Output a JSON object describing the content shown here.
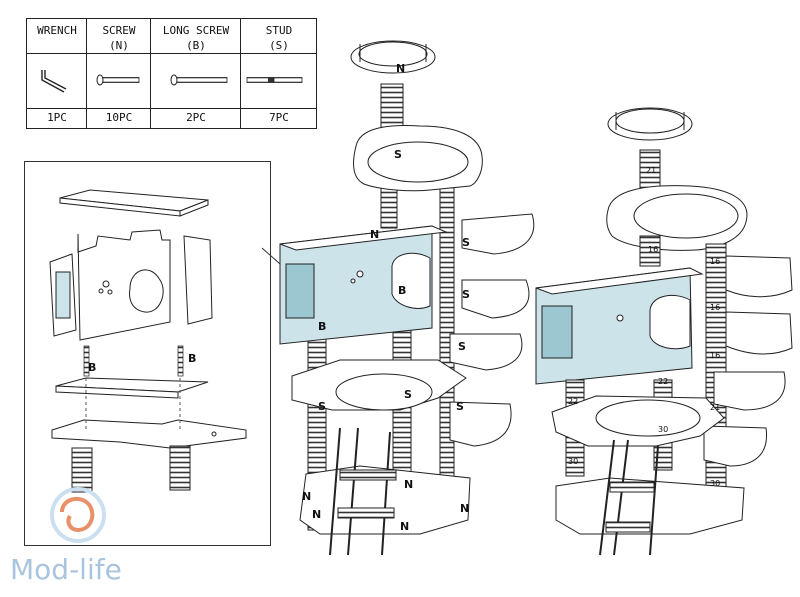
{
  "parts_table": {
    "columns": [
      {
        "name": "WRENCH",
        "code": "",
        "qty": "1PC",
        "icon": "wrench-icon"
      },
      {
        "name": "SCREW",
        "code": "(N)",
        "qty": "10PC",
        "icon": "screw-icon"
      },
      {
        "name": "LONG SCREW",
        "code": "(B)",
        "qty": "2PC",
        "icon": "long-screw-icon"
      },
      {
        "name": "STUD",
        "code": "(S)",
        "qty": "7PC",
        "icon": "stud-icon"
      }
    ]
  },
  "detail_labels": {
    "b_left": "B",
    "b_right": "B"
  },
  "tower_labels": {
    "n": "N",
    "s": "S",
    "b": "B"
  },
  "right_tower_numbers": [
    "21",
    "16",
    "16",
    "16",
    "16",
    "22",
    "22",
    "21",
    "30",
    "30",
    "30"
  ],
  "watermark": {
    "text": "Mod-life"
  },
  "colors": {
    "box_fill": "#cde3ea",
    "line": "#222222",
    "watermark": "#a9c4dd",
    "swirl_orange": "#e8906a"
  }
}
